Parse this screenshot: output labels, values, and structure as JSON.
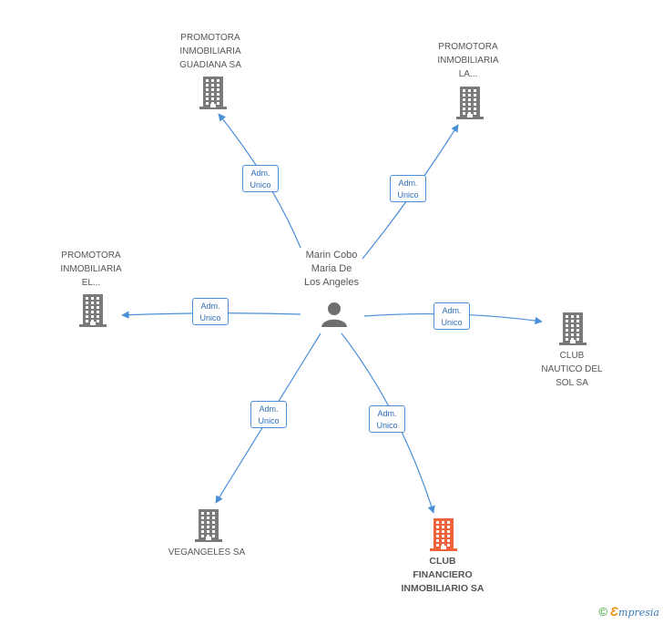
{
  "center": {
    "label": "Marin Cobo\nMaria De\nLos Angeles",
    "icon": "person-icon"
  },
  "companies": [
    {
      "id": "guadiana",
      "label": "PROMOTORA\nINMOBILIARIA\nGUADIANA SA",
      "highlight": false
    },
    {
      "id": "la",
      "label": "PROMOTORA\nINMOBILIARIA\nLA...",
      "highlight": false
    },
    {
      "id": "el",
      "label": "PROMOTORA\nINMOBILIARIA\nEL...",
      "highlight": false
    },
    {
      "id": "nautico",
      "label": "CLUB\nNAUTICO DEL\nSOL SA",
      "highlight": false
    },
    {
      "id": "vegangeles",
      "label": "VEGANGELES SA",
      "highlight": false
    },
    {
      "id": "financiero",
      "label": "CLUB\nFINANCIERO\nINMOBILIARIO SA",
      "highlight": true
    }
  ],
  "relations": [
    {
      "to": "guadiana",
      "label": "Adm.\nUnico"
    },
    {
      "to": "la",
      "label": "Adm.\nUnico"
    },
    {
      "to": "el",
      "label": "Adm.\nUnico"
    },
    {
      "to": "nautico",
      "label": "Adm.\nUnico"
    },
    {
      "to": "vegangeles",
      "label": "Adm.\nUnico"
    },
    {
      "to": "financiero",
      "label": "Adm.\nUnico"
    }
  ],
  "colors": {
    "edge": "#4a8fd8",
    "building": "#7a7a7a",
    "building_highlight": "#f0623a",
    "person": "#6e6e6e"
  },
  "footer": {
    "copyright": "©",
    "brand_e": "Ɛ",
    "brand_rest": "mpresia"
  }
}
